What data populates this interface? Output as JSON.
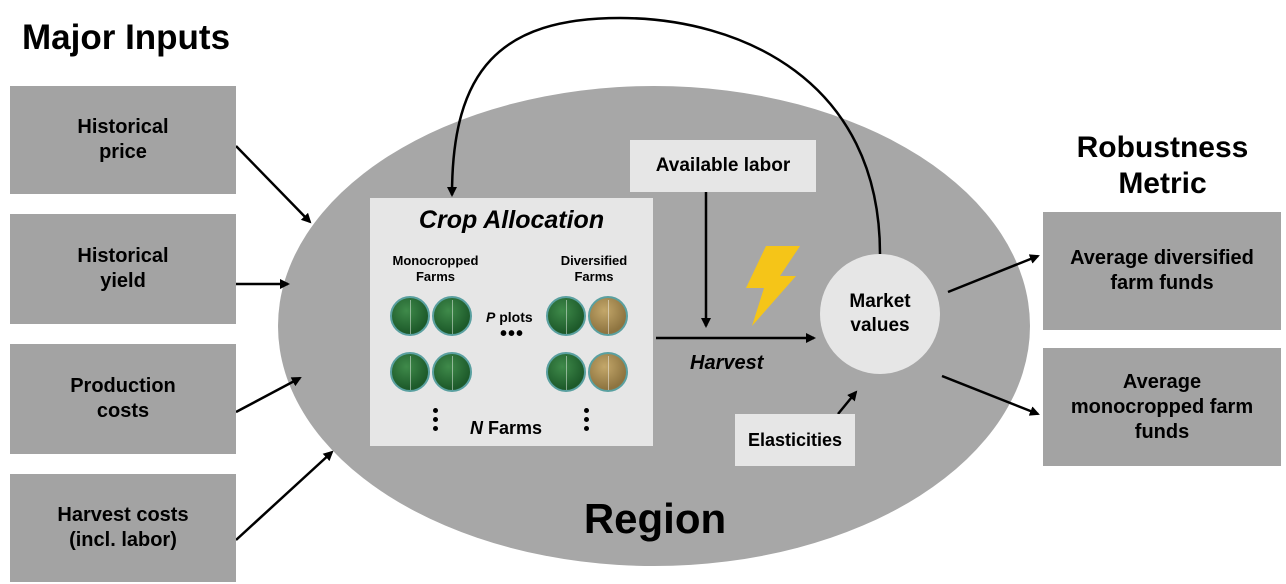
{
  "title": "Major Inputs",
  "inputs": [
    {
      "label": "Historical\nprice"
    },
    {
      "label": "Historical\nyield"
    },
    {
      "label": "Production\ncosts"
    },
    {
      "label": "Harvest costs\n(incl. labor)"
    }
  ],
  "region": {
    "label": "Region",
    "crop_allocation": {
      "title": "Crop Allocation",
      "monocropped_label": "Monocropped\nFarms",
      "diversified_label": "Diversified\nFarms",
      "plots_var": "P",
      "plots_text": " plots",
      "farms_var": "N",
      "farms_text": " Farms"
    },
    "available_labor": "Available labor",
    "harvest_label": "Harvest",
    "market_values": "Market\nvalues",
    "elasticities": "Elasticities",
    "lightning_icon": "lightning-bolt",
    "colors": {
      "region": "#a7a7a7",
      "panel": "#e6e6e6",
      "lightning": "#f5c518",
      "input_box": "#a3a3a3"
    }
  },
  "robustness": {
    "title": "Robustness\nMetric",
    "metrics": [
      {
        "label": "Average diversified\nfarm funds"
      },
      {
        "label": "Average\nmonocropped farm\nfunds"
      }
    ]
  }
}
